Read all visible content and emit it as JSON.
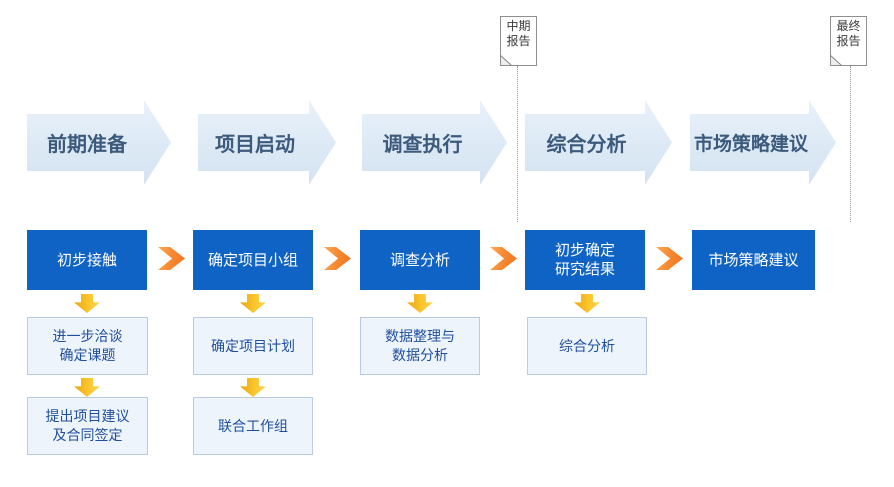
{
  "diagram": {
    "title_semantic": "project-research-process-flow",
    "reports": [
      {
        "label": "中期\n报告"
      },
      {
        "label": "最终\n报告"
      }
    ],
    "stages": [
      "前期准备",
      "项目启动",
      "调查执行",
      "综合分析",
      "市场策略建议"
    ],
    "columns": [
      {
        "step": "初步接触",
        "subs": [
          "进一步洽谈\n确定课题",
          "提出项目建议\n及合同签定"
        ]
      },
      {
        "step": "确定项目小组",
        "subs": [
          "确定项目计划",
          "联合工作组"
        ]
      },
      {
        "step": "调查分析",
        "subs": [
          "数据整理与\n数据分析"
        ]
      },
      {
        "step": "初步确定\n研究结果",
        "subs": [
          "综合分析"
        ]
      },
      {
        "step": "市场策略建议",
        "subs": []
      }
    ],
    "colors": {
      "step_blue": "#0f63c4",
      "stage_fill": "#dce9f5",
      "stage_text": "#3c5a7c",
      "chevron_orange": "#f2731d",
      "arrow_yellow": "#fcc52c",
      "sub_bg": "#eef4fb",
      "sub_border": "#b9cbdf",
      "sub_text": "#1f4f9f"
    }
  }
}
